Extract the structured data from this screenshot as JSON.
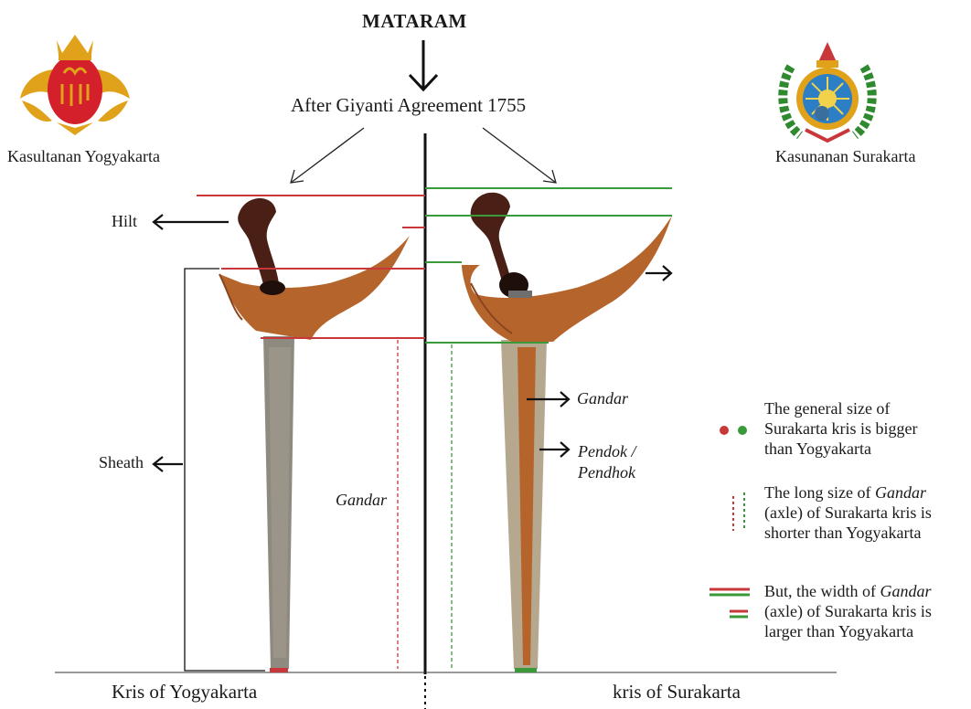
{
  "title": "MATARAM",
  "subtitle": "After Giyanti Agreement 1755",
  "left": {
    "emblem_label": "Kasultanan Yogyakarta",
    "caption": "Kris of Yogyakarta",
    "emblem_colors": {
      "gold": "#e0a21a",
      "red": "#d4202a"
    }
  },
  "right": {
    "emblem_label": "Kasunanan Surakarta",
    "caption": "kris of Surakarta",
    "emblem_colors": {
      "gold": "#e0a21a",
      "blue": "#2c7fc4",
      "green": "#2f8a2f"
    }
  },
  "parts": {
    "hilt": "Hilt",
    "sheath": "Sheath",
    "gandar_left": "Gandar",
    "gandar_right": "Gandar",
    "pendok_line1": "Pendok /",
    "pendok_line2": "Pendhok"
  },
  "legend": [
    {
      "text_parts": [
        "The general size of",
        "Surakarta kris is bigger",
        "than Yogyakarta"
      ]
    },
    {
      "pre": "The long size of ",
      "em": "Gandar",
      "rest": [
        "(axle) of Surakarta kris is",
        "shorter than Yogyakarta"
      ]
    },
    {
      "pre": "But, the width of ",
      "em": "Gandar",
      "rest": [
        "(axle) of Surakarta kris is",
        "larger than Yogyakarta"
      ]
    }
  ],
  "colors": {
    "yogyakarta_line": "#c8383a",
    "surakarta_line": "#3a9a3a",
    "wood": "#b5652c",
    "wood_dark": "#8a4520",
    "hilt": "#4a1f16",
    "metal": "#8f8a80"
  }
}
